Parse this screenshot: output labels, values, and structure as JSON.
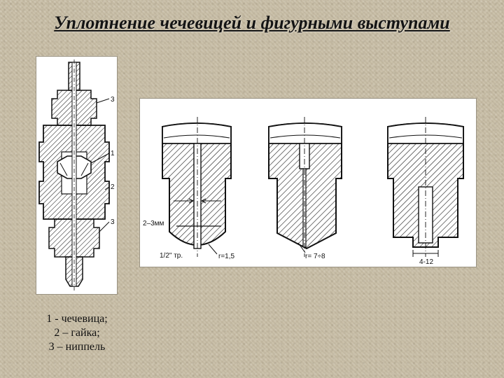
{
  "title": "Уплотнение чечевицей и фигурными выступами",
  "left_callouts": [
    "3",
    "1",
    "2",
    "3"
  ],
  "legend": [
    "1 - чечевица;",
    "2 – гайка;",
    "3 – ниппель"
  ],
  "right_labels": {
    "width": "2–3мм",
    "pipe": "1/2\" тр.",
    "radius_1": "r=1,5",
    "radius_2": "r= 7÷8",
    "size_3": "4-12"
  }
}
